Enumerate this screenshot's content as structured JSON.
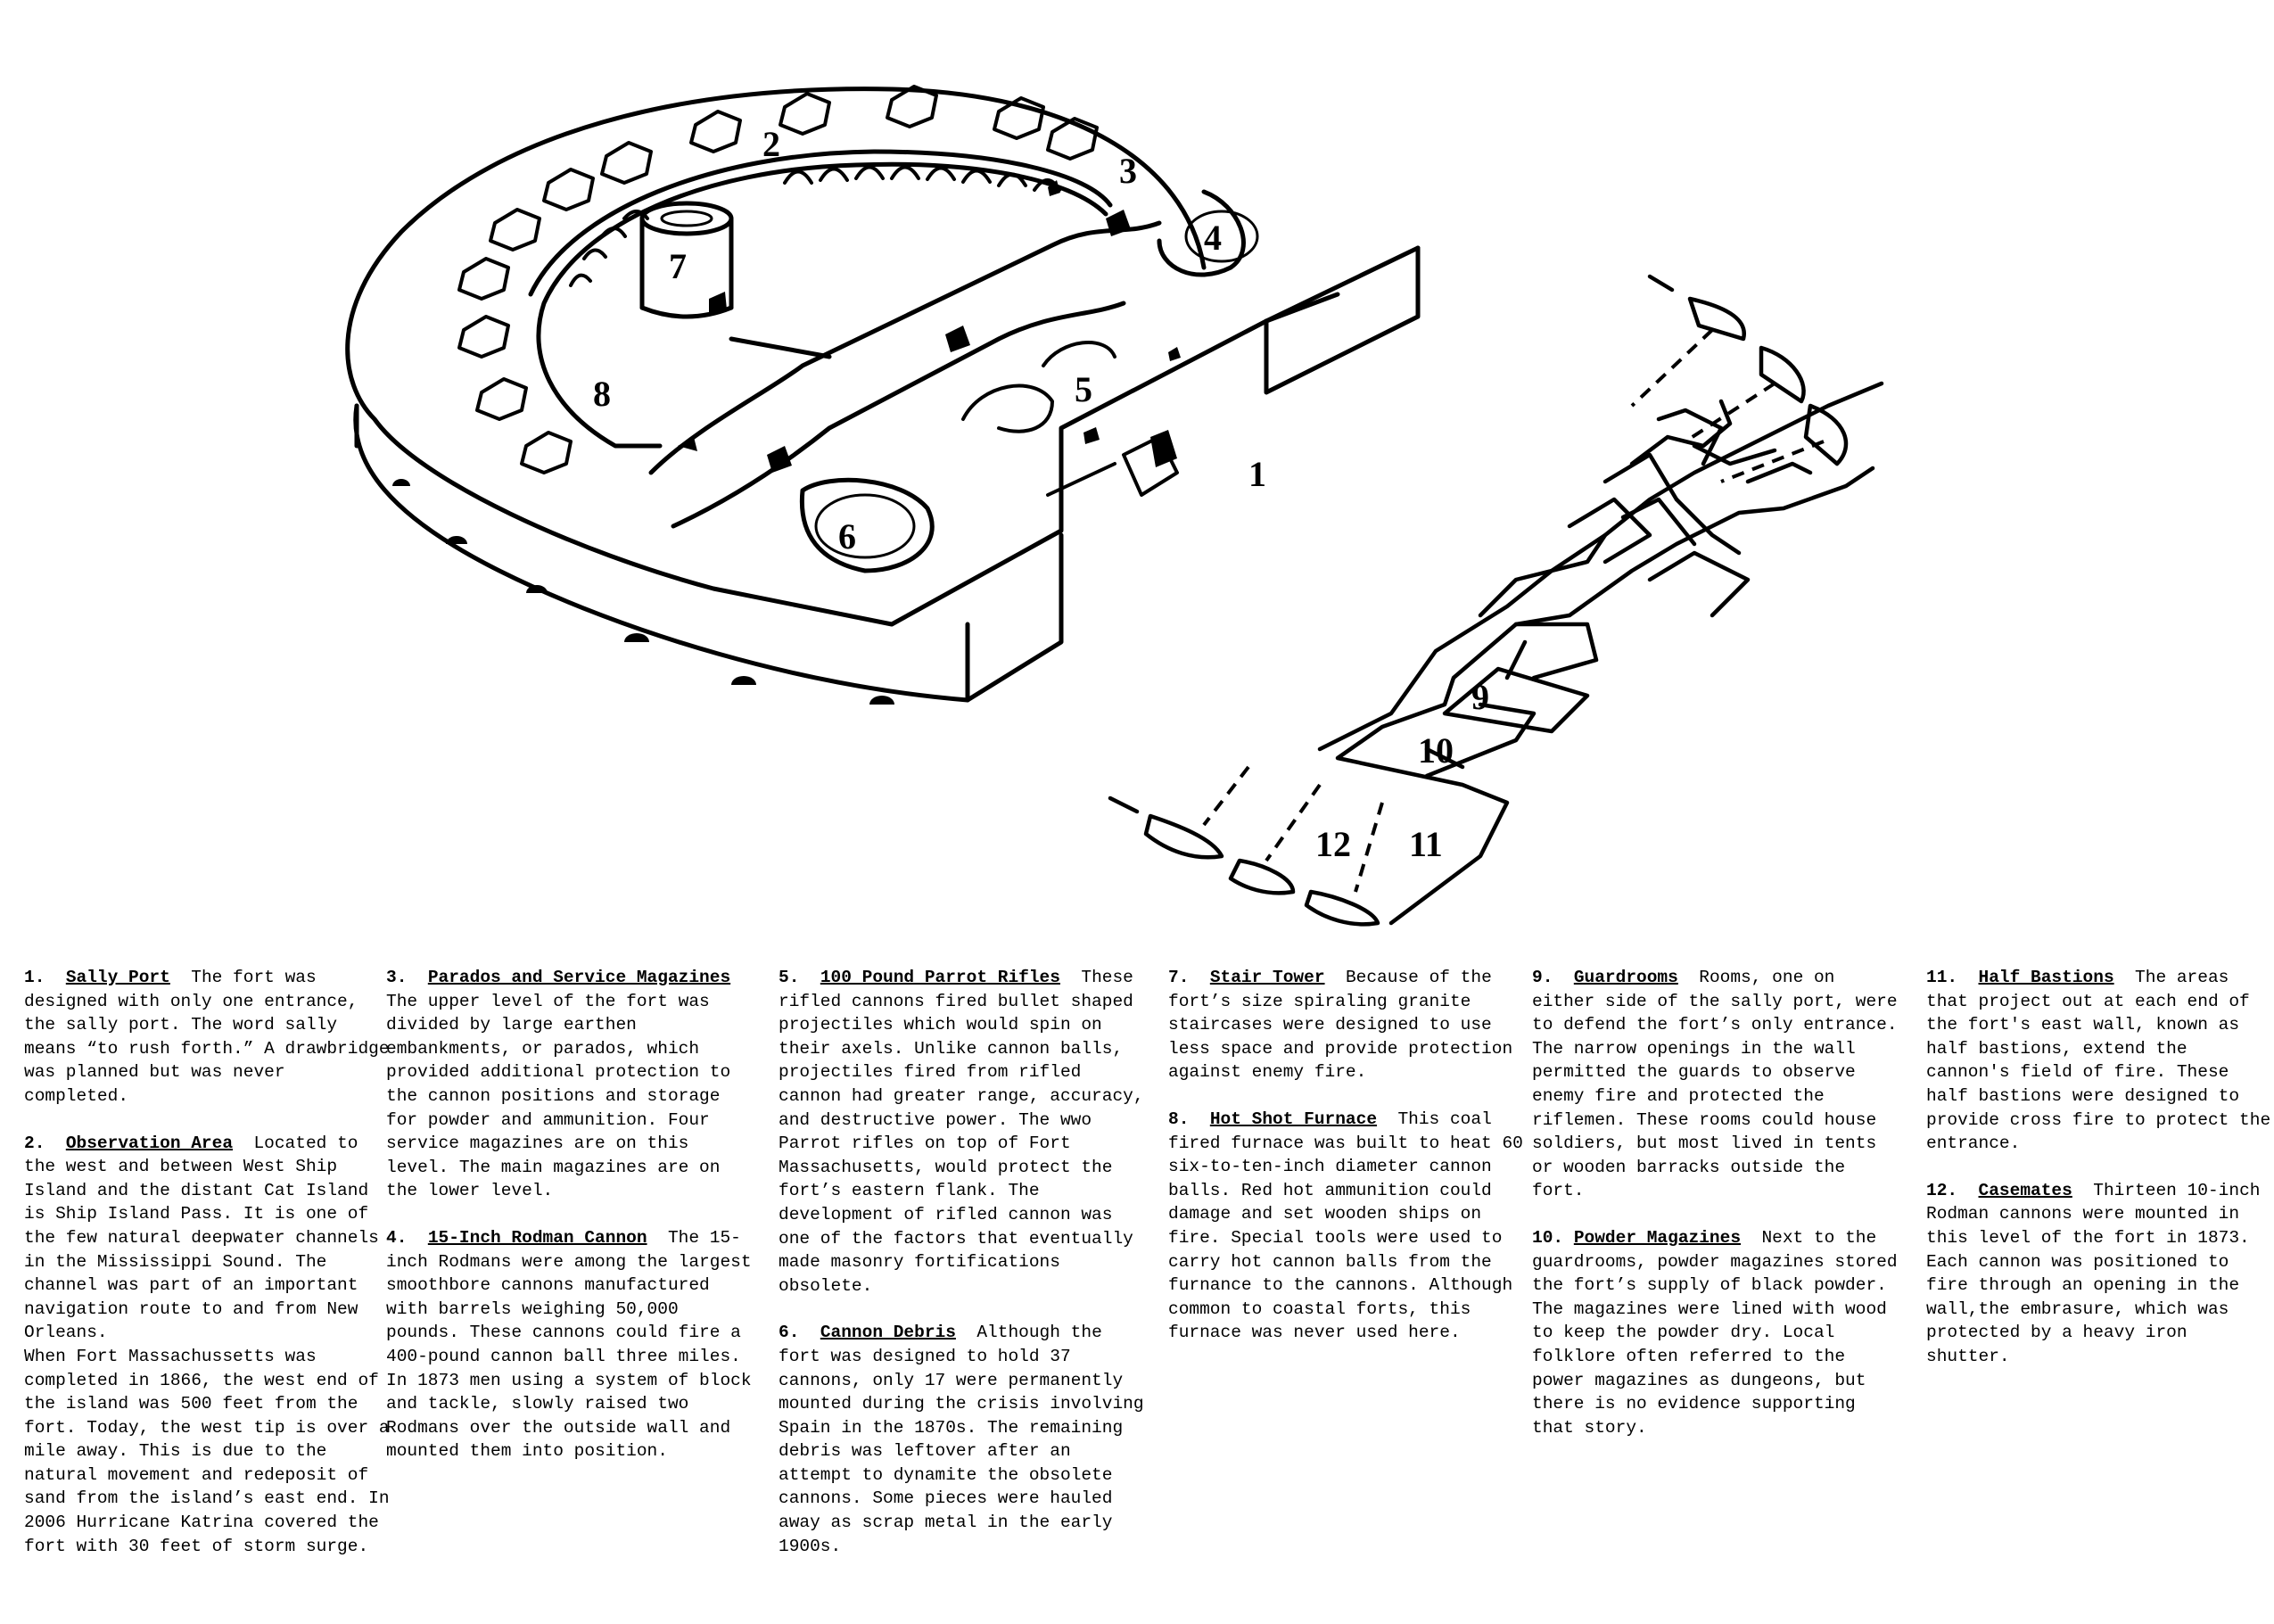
{
  "diagram": {
    "labels": [
      "1",
      "2",
      "3",
      "4",
      "5",
      "6",
      "7",
      "8",
      "9",
      "10",
      "11",
      "12"
    ]
  },
  "entries": [
    {
      "num": "1.",
      "heading": "Sally Port",
      "text": "The fort was designed with only one entrance, the sally port. The word sally means “to rush forth.”  A drawbridge was planned but was never completed."
    },
    {
      "num": "2.",
      "heading": "Observation Area",
      "text": "Located to the west and between West Ship Island and the distant Cat Island is Ship Island Pass. It is one of the few natural deepwater channels in the Mississippi Sound.  The channel was part of an important navigation route to and from New Orleans.",
      "text2": "When Fort Massachussetts was completed in 1866, the west end of the island was 500 feet from the fort.  Today, the west tip is over a mile away.  This is due to the natural movement and redeposit of sand from the island’s east end.  In 2006 Hurricane Katrina covered the fort with 30 feet of storm surge."
    },
    {
      "num": "3.",
      "heading": "Parados and Service Magazines",
      "text": "The upper level of the fort was divided by large earthen embankments, or parados, which provided additional protection to the cannon positions and storage for powder and ammunition.  Four service magazines are on this level. The main magazines are on the lower level."
    },
    {
      "num": "4.",
      "heading": "15-Inch Rodman Cannon",
      "text": "The 15-inch Rodmans were among the largest smoothbore cannons manufactured with barrels weighing 50,000 pounds.  These cannons could fire a 400-pound cannon ball three miles.  In 1873 men using a system of block and tackle, slowly raised two Rodmans over the outside wall and mounted them into position."
    },
    {
      "num": "5.",
      "heading": "100 Pound Parrot Rifles",
      "text": "These rifled cannons fired bullet shaped projectiles which would spin on their axels.  Unlike cannon balls, projectiles fired from rifled cannon had greater range, accuracy, and destructive power. The wwo Parrot rifles on top of Fort Massachusetts, would protect the fort’s eastern flank. The development of rifled cannon was one of the factors that eventually made masonry fortifications obsolete."
    },
    {
      "num": "6.",
      "heading": "Cannon Debris",
      "text": "Although the fort was designed to hold 37 cannons, only 17 were permanently mounted during the crisis involving Spain in the 1870s.  The remaining debris was leftover after an attempt to dynamite the obsolete cannons. Some pieces were hauled away as scrap metal in the early 1900s."
    },
    {
      "num": "7.",
      "heading": "Stair Tower",
      "text": "Because of the fort’s size spiraling granite staircases were designed to use less space and provide protection against enemy fire."
    },
    {
      "num": "8.",
      "heading": "Hot Shot Furnace",
      "text": "This coal fired furnace was built to heat 60 six-to-ten-inch diameter cannon balls.  Red hot ammunition could damage and set wooden ships on fire.  Special tools were used to carry hot cannon balls from the furnance to the cannons.  Although common to coastal forts, this furnace was never used here."
    },
    {
      "num": "9.",
      "heading": "Guardrooms",
      "text": "Rooms, one on either side of the sally port, were to defend the fort’s only entrance.  The narrow openings in the wall permitted the guards to observe enemy fire and protected the riflemen. These rooms could house soldiers, but most lived in tents or wooden barracks outside the fort."
    },
    {
      "num": "10.",
      "heading": "Powder Magazines",
      "text": "Next to the guardrooms, powder magazines stored the fort’s supply of black powder.  The magazines were lined with wood to keep the powder dry. Local folklore often referred to the power magazines as dungeons, but there is no evidence supporting that story."
    },
    {
      "num": "11.",
      "heading": "Half Bastions",
      "text": "The areas that project out at each end of the fort's east wall, known as half bastions, extend the cannon's field of fire. These half bastions were designed to provide cross fire to protect the entrance."
    },
    {
      "num": "12.",
      "heading": "Casemates",
      "text": "Thirteen 10-inch Rodman cannons were mounted in this level of the fort in 1873. Each cannon was positioned to fire through an opening in the wall,the embrasure, which was protected by a heavy iron shutter."
    }
  ]
}
